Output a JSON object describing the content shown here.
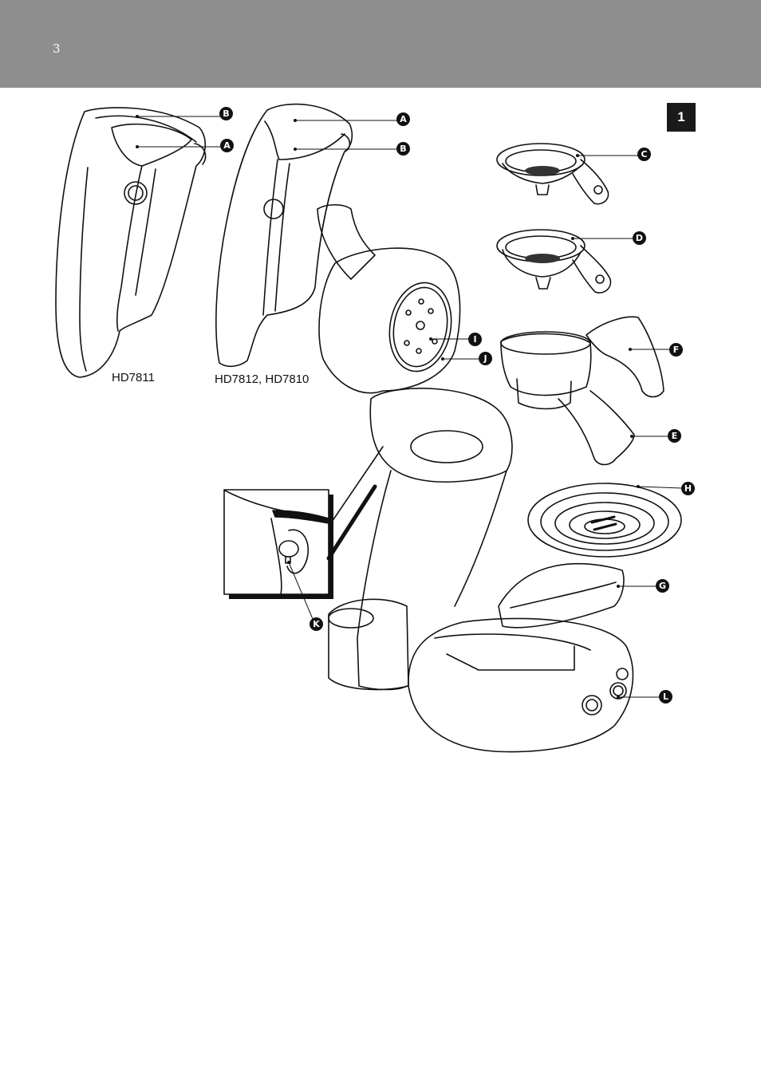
{
  "header": {
    "page_number": "3",
    "background": "#8e8e8e"
  },
  "figure_number": "1",
  "model_labels": {
    "left": "HD7811",
    "middle": "HD7812, HD7810"
  },
  "callouts": {
    "a1": "A",
    "b1": "B",
    "a2": "A",
    "b2": "B",
    "c": "C",
    "d": "D",
    "f": "F",
    "e": "E",
    "i": "I",
    "j": "J",
    "h": "H",
    "g": "G",
    "k": "K",
    "l": "L"
  }
}
